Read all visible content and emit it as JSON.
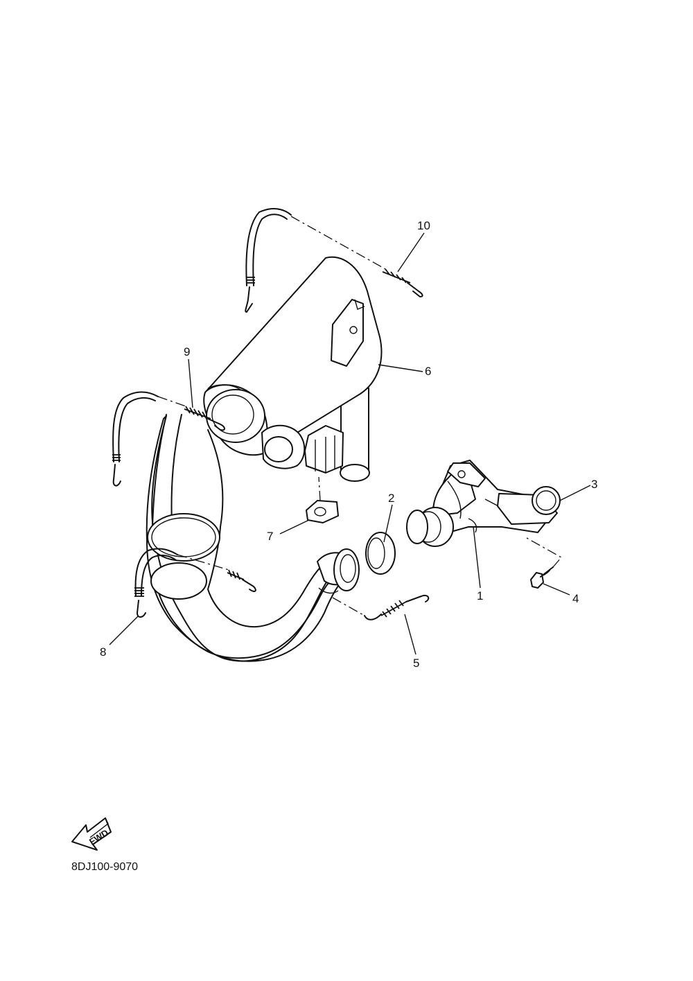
{
  "callouts": {
    "c1": "1",
    "c2": "2",
    "c3": "3",
    "c4": "4",
    "c5": "5",
    "c6": "6",
    "c7": "7",
    "c8": "8",
    "c9": "9",
    "c10": "10"
  },
  "fwd_label": "FWD",
  "reference_code": "8DJ100-9070"
}
